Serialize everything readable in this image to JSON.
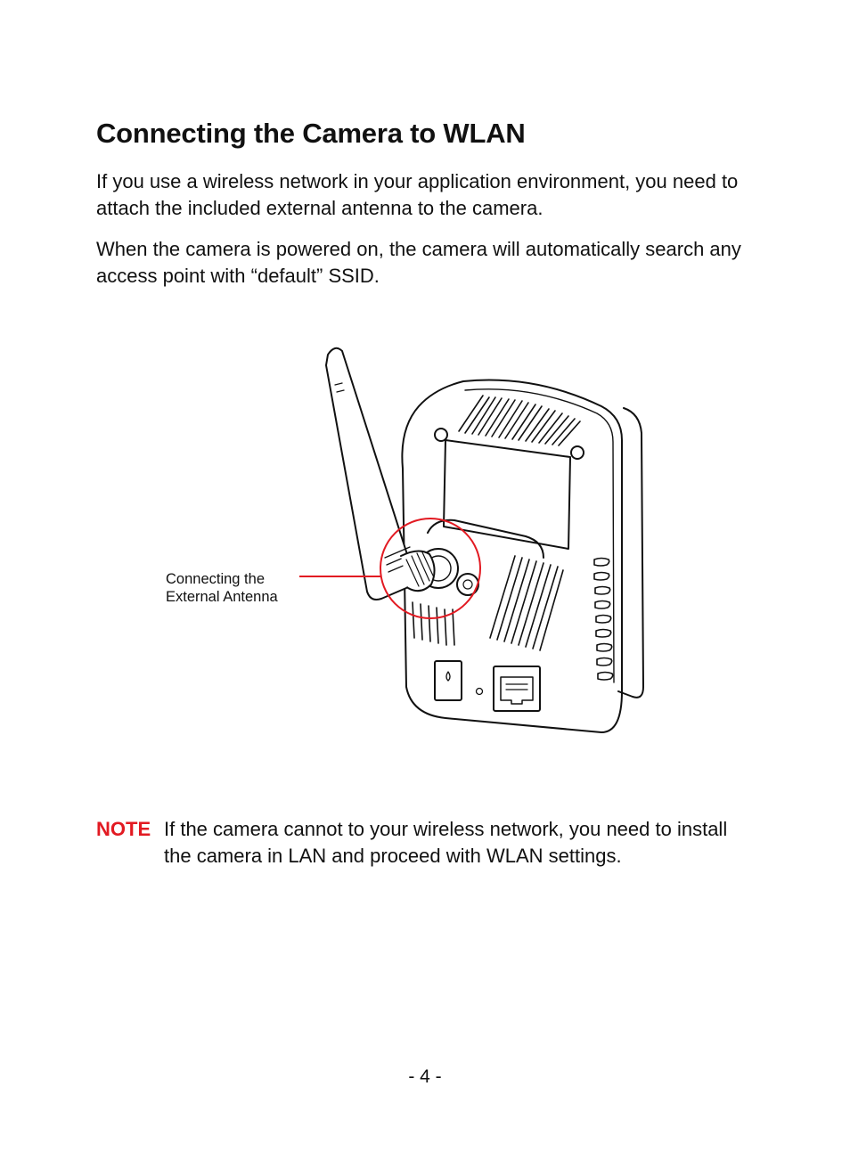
{
  "heading": "Connecting the Camera to WLAN",
  "paragraphs": [
    "If you use a wireless network in your application environment, you need to attach the included external antenna to the camera.",
    "When the camera is powered on, the camera will automatically search any access point with “default” SSID."
  ],
  "figure": {
    "callout_line1": "Connecting the",
    "callout_line2": "External Antenna",
    "callout_color": "#e21a22"
  },
  "note": {
    "label": "NOTE",
    "text": "If the camera cannot to your wireless network, you need to install the camera in LAN and proceed with WLAN settings.",
    "label_color": "#e21a22"
  },
  "page_number": "- 4 -"
}
